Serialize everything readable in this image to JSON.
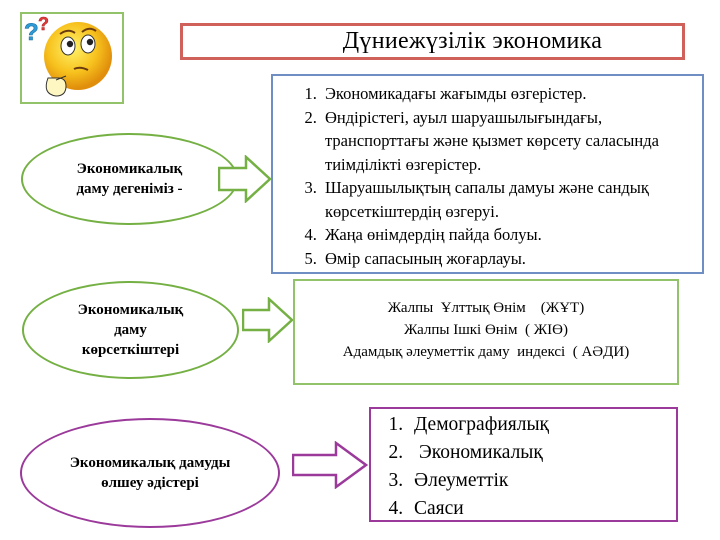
{
  "title": "Дүниежүзілік экономика",
  "section1": {
    "label_line1": "Экономикалық",
    "label_line2": "даму дегеніміз -",
    "items": [
      "Экономикадағы  жағымды  өзгерістер.",
      "Өндірістегі,  ауыл шаруашылығындағы, транспорттағы және қызмет көрсету саласында  тиімділікті  өзгерістер.",
      "Шаруашылықтың сапалы дамуы және сандық көрсеткіштердің өзгеруі.",
      "Жаңа өнімдердің пайда болуы.",
      "Өмір сапасының жоғарлауы."
    ]
  },
  "section2": {
    "label_line1": "Экономикалық",
    "label_line2": "даму",
    "label_line3": "көрсеткіштері",
    "lines": [
      "Жалпы  Ұлттық Өнім    (ЖҰТ)",
      "Жалпы Ішкі Өнім  ( ЖІӨ)",
      "Адамдық әлеуметтік даму  индексі  ( АӘДИ)"
    ]
  },
  "section3": {
    "label_line1": "Экономикалық дамуды",
    "label_line2": "өлшеу әдістері",
    "items": [
      "Демографиялық",
      " Экономикалық",
      "Әлеуметтік",
      "Саяси"
    ]
  },
  "colors": {
    "green": "#74b043",
    "blue": "#6f8fc4",
    "purple": "#9b3a9b",
    "red": "#d0605a",
    "arrow_fill": "#ffffff"
  },
  "icons": [
    "thinking-smiley-icon",
    "question-marks-icon",
    "right-arrow-icon"
  ]
}
